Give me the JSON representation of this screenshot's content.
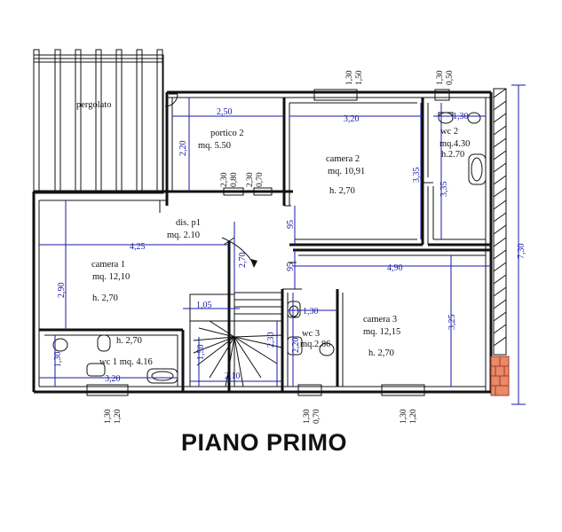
{
  "title": "PIANO PRIMO",
  "rooms": {
    "pergolato": "pergolato",
    "portico_name": "portico 2",
    "portico_area": "mq. 5.50",
    "camera2_name": "camera 2",
    "camera2_area": "mq. 10,91",
    "camera2_h": "h. 2,70",
    "wc2_name": "wc 2",
    "wc2_area": "mq.4.30",
    "wc2_h": "h.2.70",
    "dis_name": "dis. p1",
    "dis_area": "mq. 2.10",
    "camera1_name": "camera 1",
    "camera1_area": "mq. 12,10",
    "camera1_h": "h. 2,70",
    "wc1_h": "h. 2,70",
    "wc1_name": "wc 1 mq. 4.16",
    "wc3_name": "wc 3",
    "wc3_area": "mq.2.86",
    "camera3_name": "camera 3",
    "camera3_area": "mq. 12,15",
    "camera3_h": "h. 2,70"
  },
  "dimensions": {
    "d_250": "2,50",
    "d_320_top": "3,20",
    "d_130_wc2": "1,30",
    "d_220": "2,20",
    "d_335_a": "3,35",
    "d_335_b": "3,35",
    "d_425": "4,25",
    "d_095_a": "95",
    "d_095_b": "95",
    "d_490": "4,90",
    "d_270": "2,70",
    "d_290": "2,90",
    "d_105": "1,05",
    "d_130_wc3": "1,30",
    "d_325": "3,25",
    "d_230_stair": "2,30",
    "d_230_wc3": "2,20",
    "d_150": "1,50",
    "d_210": "2,10",
    "d_130_wc1": "1,30",
    "d_320_bottom": "3,20",
    "d_730": "7,30"
  },
  "openings": {
    "top_a": "1,30",
    "top_b": "1,50",
    "top_c": "1,30",
    "top_d": "0,50",
    "mid_a": "2,30",
    "mid_b": "0,80",
    "mid_c": "2,30",
    "mid_d": "0,70",
    "bot_a": "1,30",
    "bot_b": "1,20",
    "bot_c": "1,30",
    "bot_d": "0,70",
    "bot_e": "1,30",
    "bot_f": "1,20"
  }
}
